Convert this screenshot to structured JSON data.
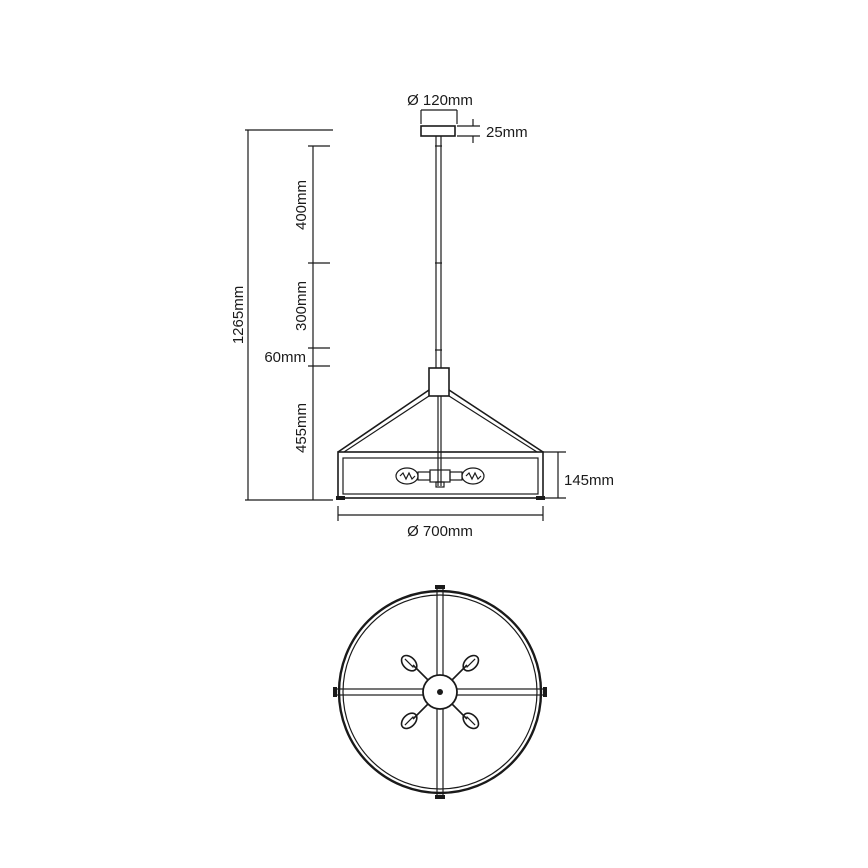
{
  "labels": {
    "canopy_diameter": "Ø 120mm",
    "canopy_height": "25mm",
    "total_height": "1265mm",
    "seg_400": "400mm",
    "seg_300": "300mm",
    "seg_60": "60mm",
    "seg_455": "455mm",
    "shade_height": "145mm",
    "shade_diameter": "Ø 700mm"
  },
  "colors": {
    "line": "#1a1a1a",
    "background": "#ffffff"
  },
  "views": [
    "side-elevation",
    "top-plan"
  ],
  "bulb_count_top_view": 4,
  "bulb_count_side_view": 2
}
